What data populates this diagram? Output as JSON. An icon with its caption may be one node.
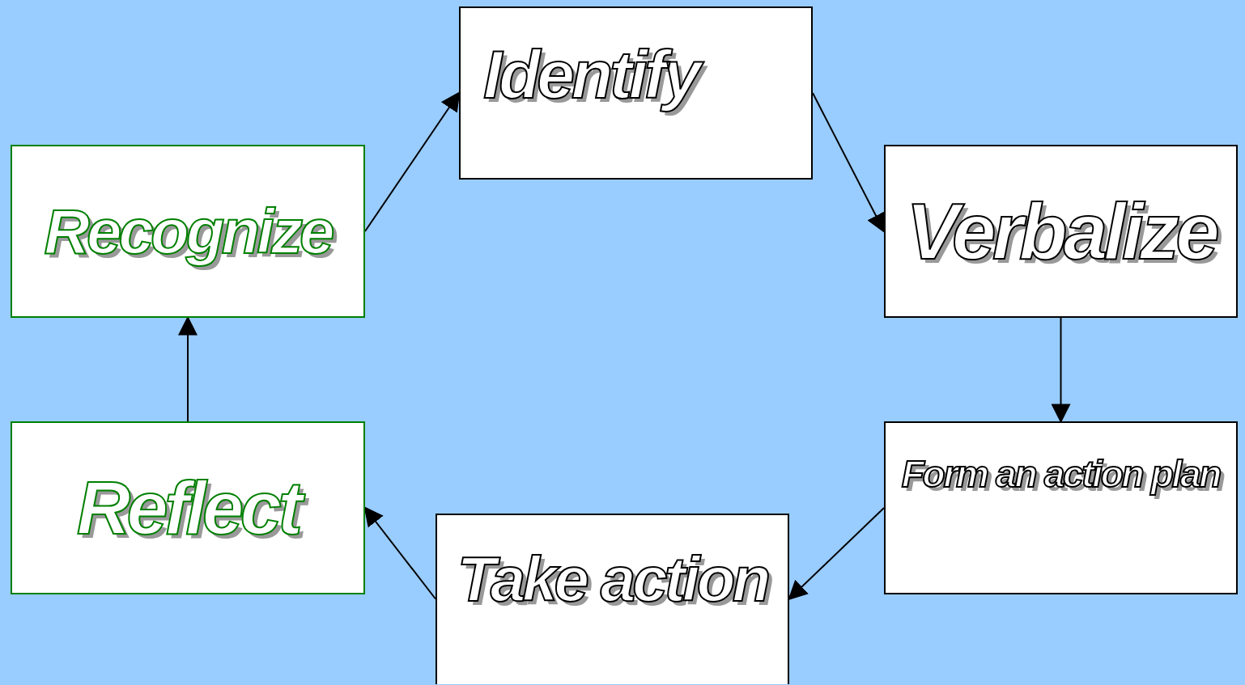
{
  "diagram": {
    "nodes": [
      {
        "text": [
          "Identify"
        ]
      },
      {
        "text": [
          "Verbalize"
        ]
      },
      {
        "text": [
          "Form an action plan"
        ]
      },
      {
        "text": [
          "Take action"
        ]
      },
      {
        "text": [
          "Reflect"
        ]
      },
      {
        "text": [
          "Recognize"
        ]
      }
    ],
    "edges": [
      {
        "from": 5,
        "to": 0,
        "arrow": "to"
      },
      {
        "from": 0,
        "to": 1,
        "arrow": "to"
      },
      {
        "from": 1,
        "to": 2,
        "arrow": "to"
      },
      {
        "from": 2,
        "to": 3,
        "arrow": "to"
      },
      {
        "from": 3,
        "to": 4,
        "arrow": "to"
      },
      {
        "from": 4,
        "to": 5,
        "arrow": "to"
      }
    ]
  }
}
